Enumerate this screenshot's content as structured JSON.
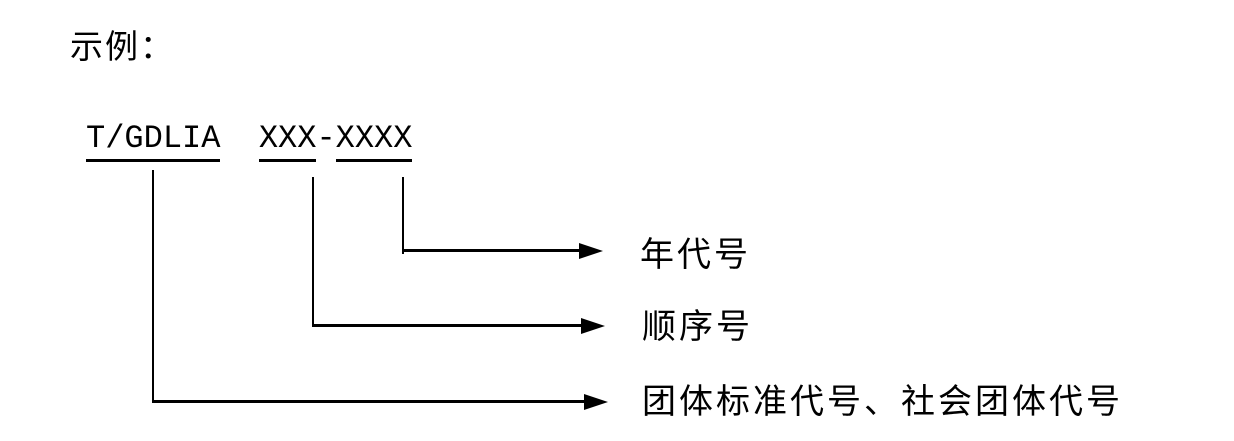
{
  "page": {
    "background_color": "#ffffff",
    "ink_color": "#000000"
  },
  "example_label": "示例：",
  "code": {
    "prefix": "T/GDLIA",
    "gap": "  ",
    "sequence": "XXX",
    "dash": "-",
    "year": "XXXX"
  },
  "annotations": {
    "year": {
      "label": "年代号",
      "points_from": "XXXX"
    },
    "sequence": {
      "label": "顺序号",
      "points_from": "XXX"
    },
    "group": {
      "label": "团体标准代号、社会团体代号",
      "points_from": "T/GDLIA"
    }
  }
}
